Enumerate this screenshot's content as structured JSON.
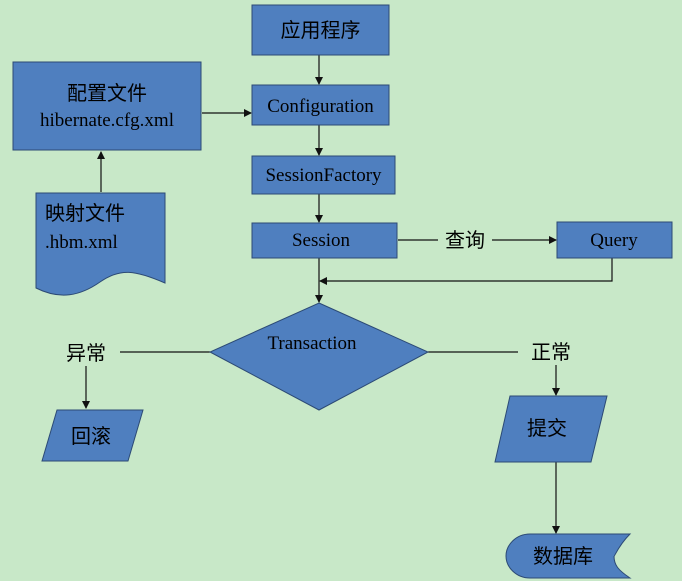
{
  "colors": {
    "background": "#c8e8c8",
    "node_fill": "#4f7fbf",
    "node_stroke": "#2c4a75",
    "edge": "#111111",
    "text": "#000000"
  },
  "nodes": {
    "app": "应用程序",
    "config_file_line1": "配置文件",
    "config_file_line2": "hibernate.cfg.xml",
    "configuration": "Configuration",
    "session_factory": "SessionFactory",
    "mapping_file_line1": "映射文件",
    "mapping_file_line2": ".hbm.xml",
    "session": "Session",
    "query": "Query",
    "transaction": "Transaction",
    "rollback": "回滚",
    "commit": "提交",
    "database": "数据库"
  },
  "edge_labels": {
    "query_label": "查询",
    "exception": "异常",
    "normal": "正常"
  }
}
